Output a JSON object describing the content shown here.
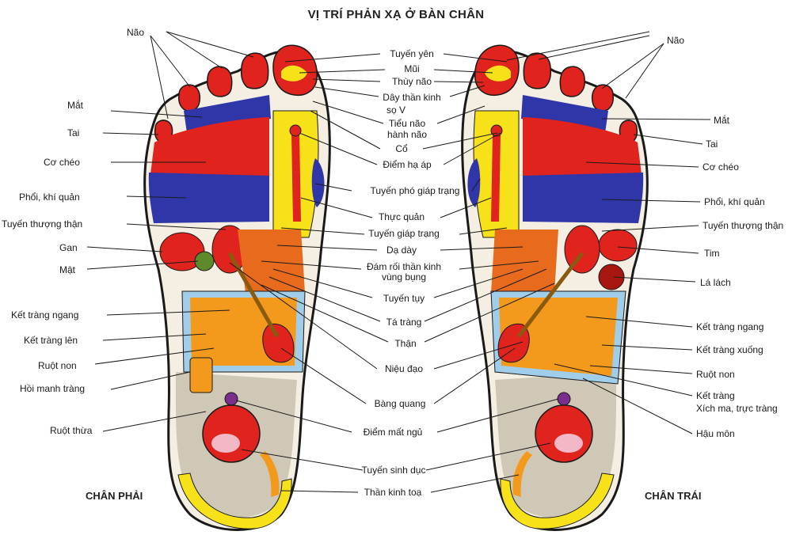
{
  "title": "VỊ TRÍ PHẢN XẠ Ở BÀN CHÂN",
  "right_foot_caption": "CHÂN PHẢI",
  "left_foot_caption": "CHÂN TRÁI",
  "left_side_labels": {
    "nao": "Não",
    "mat_eye": "Mắt",
    "tai": "Tai",
    "co_cheo": "Cơ chéo",
    "phoi": "Phổi, khí quản",
    "tuyen_thuong_than": "Tuyến thượng thận",
    "gan": "Gan",
    "mat_gall": "Mật",
    "ket_trang_ngang": "Kết tràng ngang",
    "ket_trang_len": "Kết tràng lên",
    "ruot_non": "Ruột non",
    "hoi_manh_trang": "Hồi manh tràng",
    "ruot_thua": "Ruột thừa"
  },
  "center_labels": {
    "tuyen_yen": "Tuyến yên",
    "mui": "Mũi",
    "thuy_nao": "Thùy não",
    "day_than_kinh": "Dây thần kinh",
    "so_v": "sọ V",
    "tieu_nao": "Tiểu não",
    "hanh_nao": "hành não",
    "co": "Cổ",
    "diem_ha_ap": "Điểm hạ áp",
    "tuyen_pho_giap": "Tuyến phó giáp trạng",
    "thuc_quan": "Thực quản",
    "tuyen_giap": "Tuyến giáp trạng",
    "da_day": "Dạ dày",
    "dam_roi": "Đám rối thần kinh",
    "vung_bung": "vùng bụng",
    "tuyen_tuy": "Tuyến tụy",
    "ta_trang": "Tá tràng",
    "than": "Thận",
    "nieu_dao": "Niệu đạo",
    "bang_quang": "Bàng quang",
    "diem_mat_ngu": "Điểm mất ngủ",
    "tuyen_sinh_duc": "Tuyến sinh dục",
    "than_kinh_toa": "Thần kinh toạ"
  },
  "right_side_labels": {
    "nao": "Não",
    "mat_eye": "Mắt",
    "tai": "Tai",
    "co_cheo": "Cơ chéo",
    "phoi": "Phổi, khí quản",
    "tuyen_thuong_than": "Tuyến thượng thận",
    "tim": "Tim",
    "la_lach": "Lá lách",
    "ket_trang_ngang": "Kết tràng ngang",
    "ket_trang_xuong": "Kết tràng xuống",
    "ruot_non": "Ruột non",
    "ket_trang": "Kết tràng",
    "xich_ma": "Xích ma, trực tràng",
    "hau_mon": "Hậu môn"
  },
  "colors": {
    "outline": "#1a1a1a",
    "red": "#e0231c",
    "dark_red": "#a8170f",
    "yellow": "#f7e21a",
    "orange": "#f39a1c",
    "blue": "#2f36a8",
    "light_blue": "#9fcdea",
    "purple": "#7a2f8c",
    "green": "#5e8a2a",
    "grey": "#c9c2b4"
  }
}
